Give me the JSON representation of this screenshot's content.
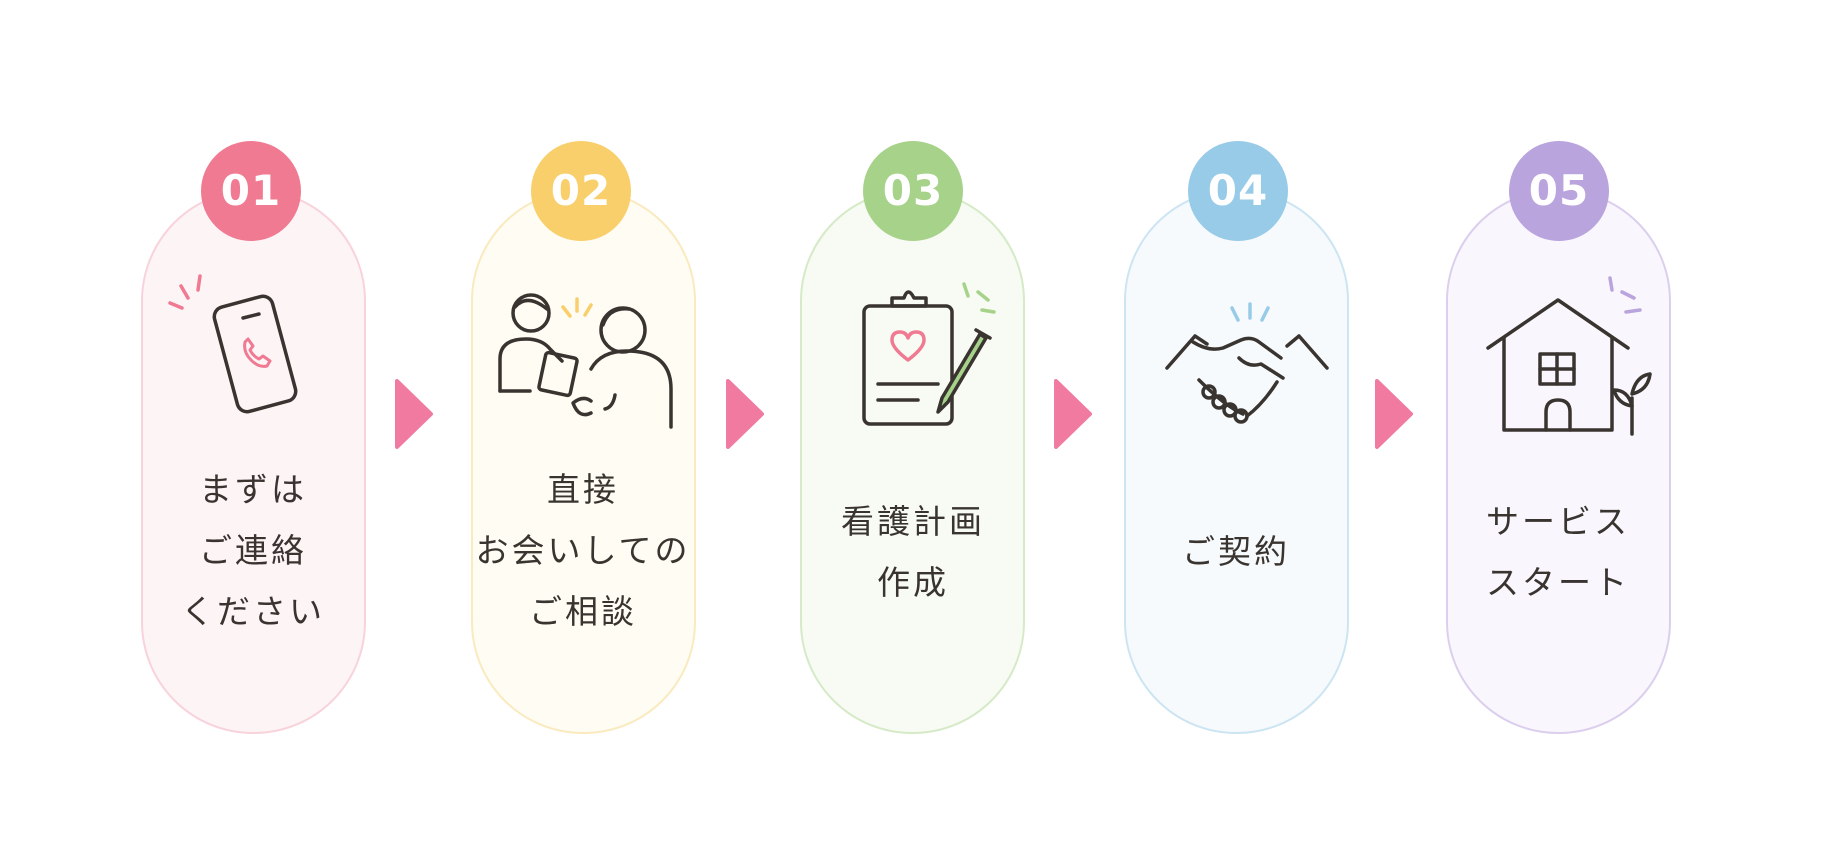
{
  "colors": {
    "pink": "#f07a92",
    "yellow": "#f8cf6a",
    "green": "#a6d28a",
    "blue": "#97cbe8",
    "purple": "#b9a4de",
    "arrow": "#f07aa0",
    "line": "#3a3430"
  },
  "steps": [
    {
      "number": "01",
      "icon": "smartphone-call-icon",
      "lines": [
        "まずは",
        "ご連絡",
        "ください"
      ]
    },
    {
      "number": "02",
      "icon": "consultation-icon",
      "lines": [
        "直接",
        "お会いしての",
        "ご相談"
      ]
    },
    {
      "number": "03",
      "icon": "clipboard-plan-icon",
      "lines": [
        "看護計画",
        "作成"
      ]
    },
    {
      "number": "04",
      "icon": "handshake-icon",
      "lines": [
        "ご契約"
      ]
    },
    {
      "number": "05",
      "icon": "house-icon",
      "lines": [
        "サービス",
        "スタート"
      ]
    }
  ]
}
